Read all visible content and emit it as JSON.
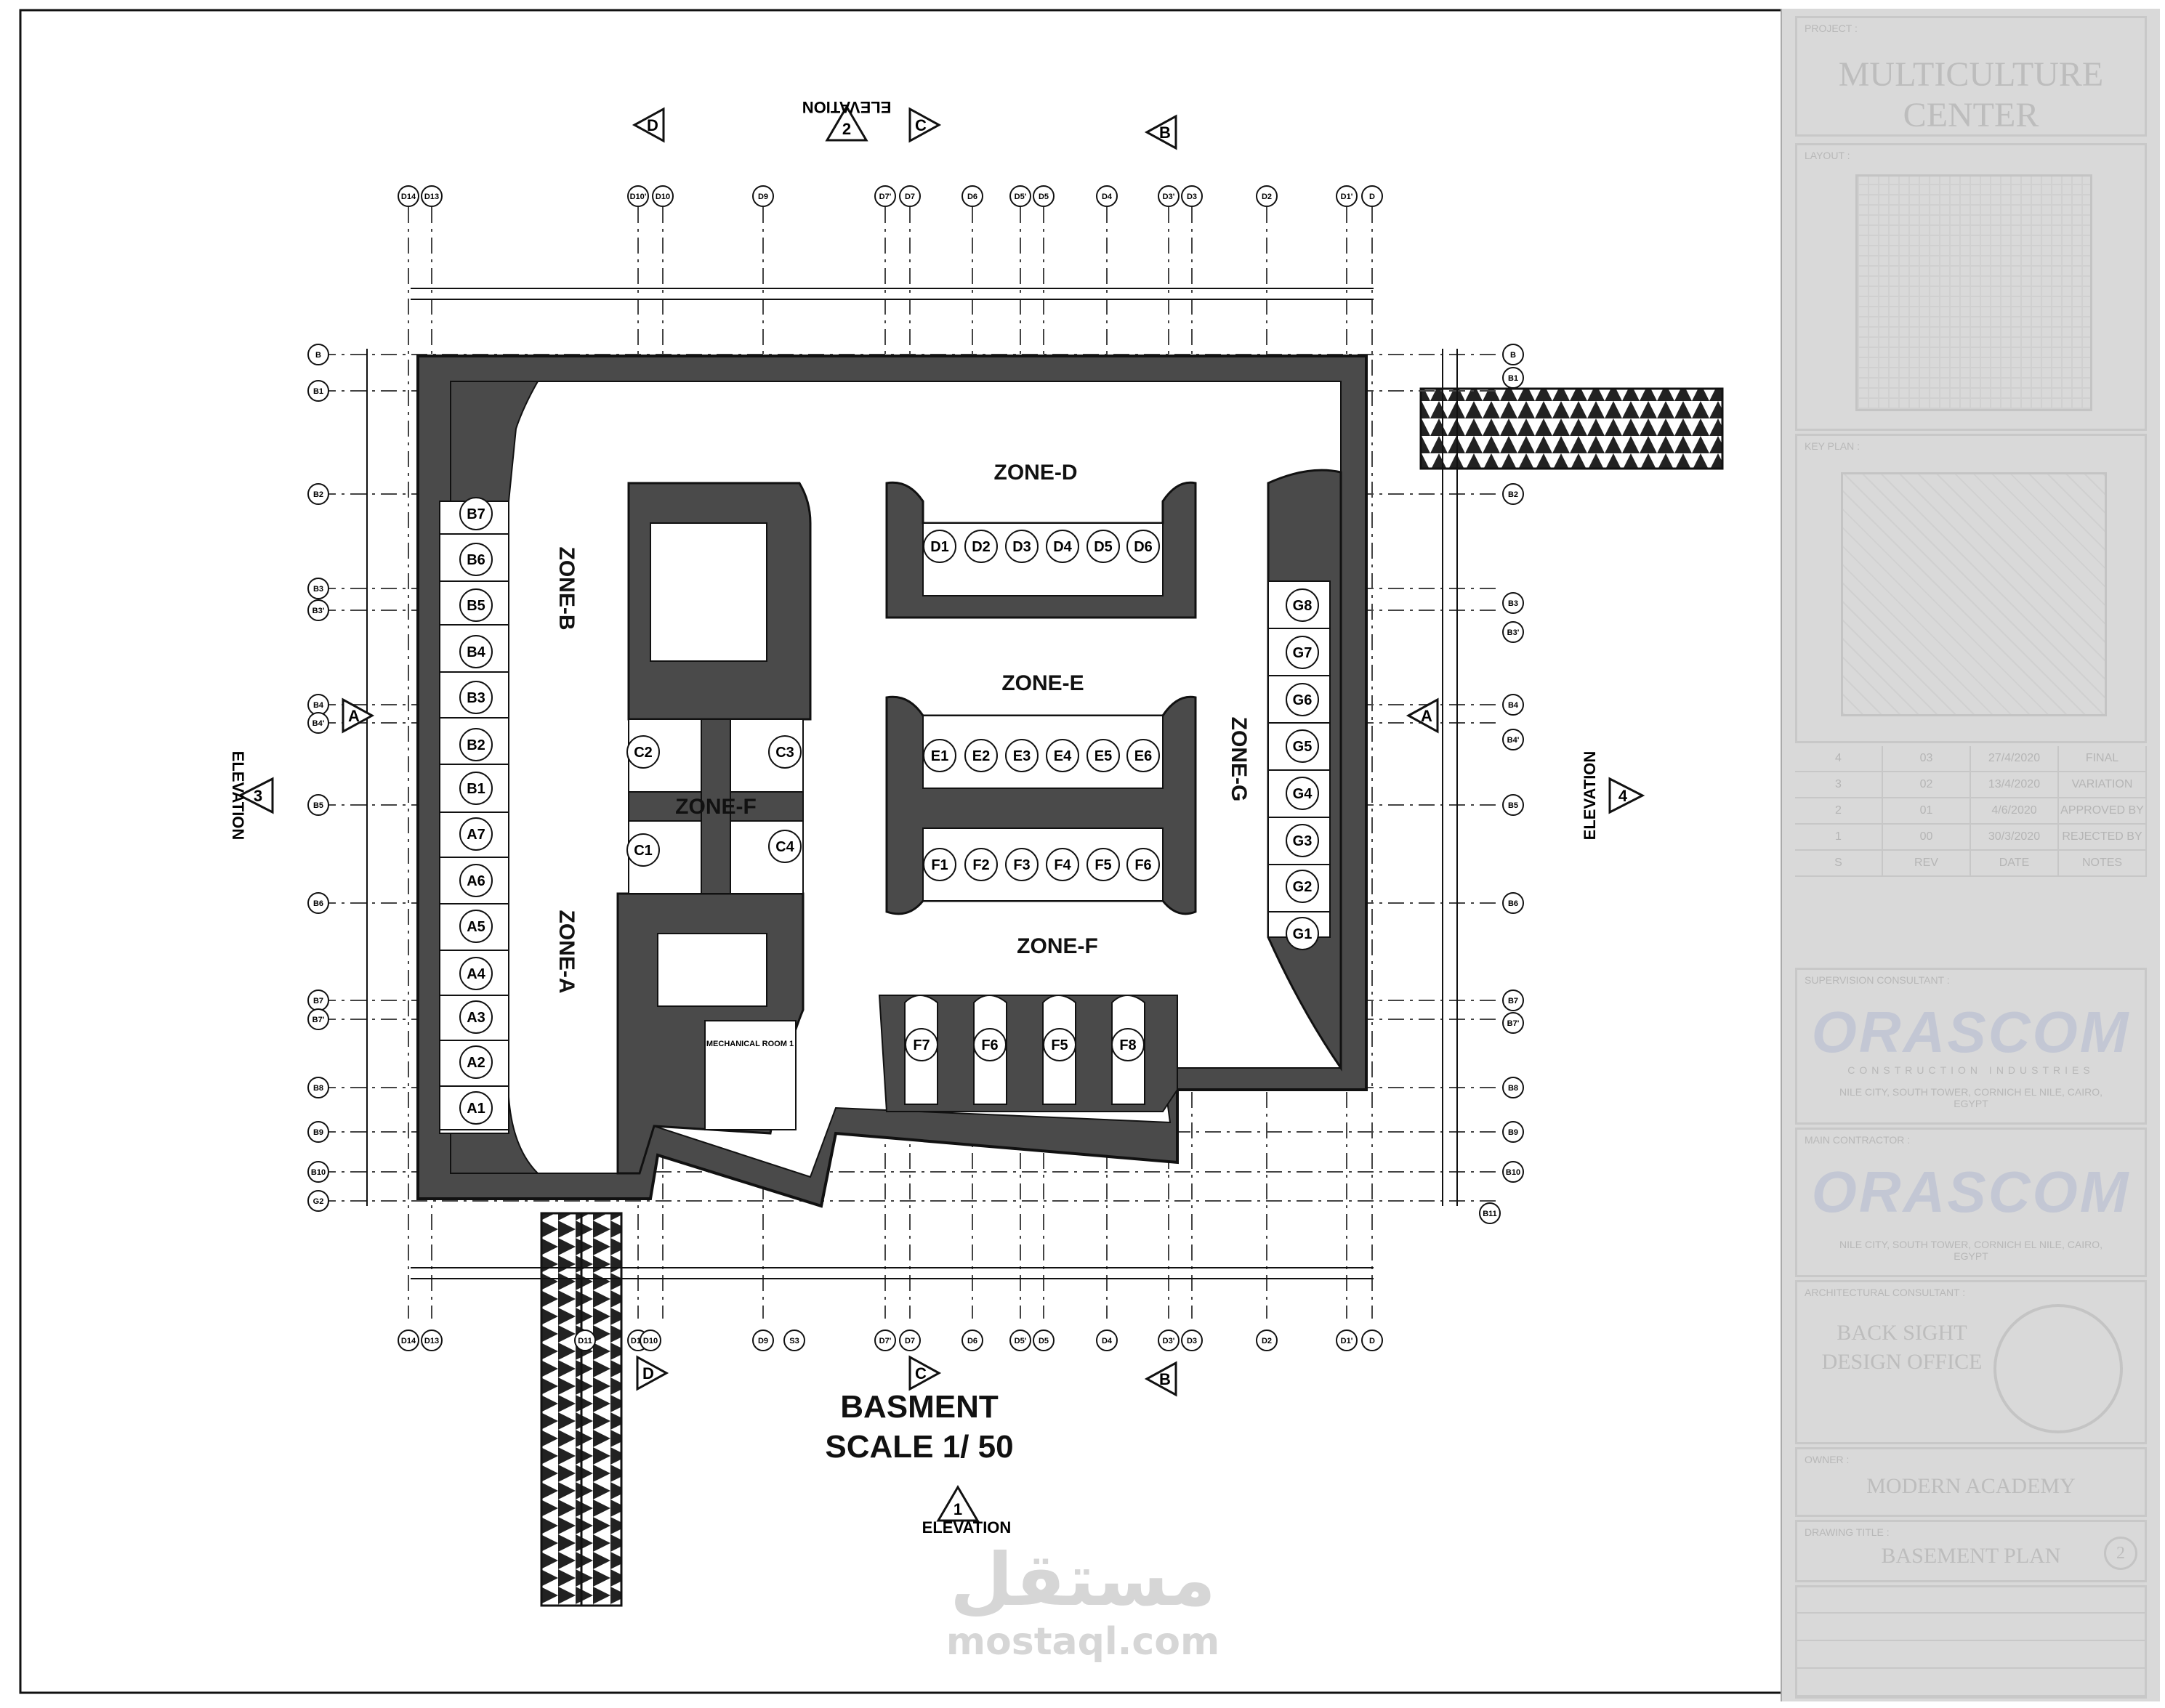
{
  "drawing": {
    "title": "BASMENT",
    "scale": "SCALE 1/ 50",
    "elevation_label": "ELEVATION",
    "elevations": [
      "1",
      "2",
      "3",
      "4"
    ],
    "section_marks": [
      "A",
      "B",
      "C",
      "D"
    ],
    "zones": [
      "ZONE-A",
      "ZONE-B",
      "ZONE-D",
      "ZONE-E",
      "ZONE-F",
      "ZONE-F",
      "ZONE-G"
    ],
    "grid_top": [
      "D14",
      "D13",
      "D10'",
      "D10",
      "D9",
      "D7'",
      "D7",
      "D6",
      "D5'",
      "D5",
      "D4",
      "D3'",
      "D3",
      "D2",
      "D1'",
      "D"
    ],
    "grid_bottom": [
      "D14",
      "D13",
      "D11",
      "D10",
      "D10",
      "D9",
      "S3",
      "D7'",
      "D7",
      "D6",
      "D5'",
      "D5",
      "D4",
      "D3'",
      "D3",
      "D2",
      "D1'",
      "D"
    ],
    "grid_left": [
      "B",
      "B1",
      "B2",
      "B3",
      "B3'",
      "B4",
      "B4'",
      "B5",
      "B6",
      "B7",
      "B7'",
      "B8",
      "B9",
      "B10",
      "G2"
    ],
    "grid_right": [
      "B",
      "B1",
      "B2",
      "B3",
      "B3'",
      "B4",
      "B4'",
      "B5",
      "B6",
      "B7",
      "B7'",
      "B8",
      "B9",
      "B10",
      "B11"
    ],
    "parking_a": [
      "A1",
      "A2",
      "A3",
      "A4",
      "A5",
      "A6",
      "A7"
    ],
    "parking_b": [
      "B1",
      "B2",
      "B3",
      "B4",
      "B5",
      "B6",
      "B7"
    ],
    "parking_c": [
      "C1",
      "C2",
      "C3",
      "C4"
    ],
    "parking_d": [
      "D1",
      "D2",
      "D3",
      "D4",
      "D5",
      "D6"
    ],
    "parking_e": [
      "E1",
      "E2",
      "E3",
      "E4",
      "E5",
      "E6"
    ],
    "parking_f_top": [
      "F1",
      "F2",
      "F3",
      "F4",
      "F5",
      "F6"
    ],
    "parking_f_bottom": [
      "F7",
      "F6",
      "F5",
      "F8"
    ],
    "parking_g": [
      "G1",
      "G2",
      "G3",
      "G4",
      "G5",
      "G6",
      "G7",
      "G8"
    ],
    "rooms": [
      "MECHANICAL ROOM 1"
    ]
  },
  "title_block": {
    "project_label": "PROJECT :",
    "project": "MULTICULTURE CENTER",
    "layout_label": "LAYOUT :",
    "key_plan_label": "KEY PLAN :",
    "revisions": [
      [
        "4",
        "03",
        "27/4/2020",
        "FINAL"
      ],
      [
        "3",
        "02",
        "13/4/2020",
        "VARIATION"
      ],
      [
        "2",
        "01",
        "4/6/2020",
        "APPROVED BY"
      ],
      [
        "1",
        "00",
        "30/3/2020",
        "REJECTED BY"
      ],
      [
        "S",
        "REV",
        "DATE",
        "NOTES"
      ]
    ],
    "supervision_label": "SUPERVISION CONSULTANT :",
    "consultant": "ORASCOM",
    "consultant_sub": "CONSTRUCTION INDUSTRIES",
    "consultant_address": "NILE CITY, SOUTH TOWER, CORNICH EL NILE, CAIRO, EGYPT",
    "contractor_label": "MAIN CONTRACTOR :",
    "contractor": "ORASCOM",
    "contractor_address": "NILE CITY, SOUTH TOWER, CORNICH EL NILE, CAIRO, EGYPT",
    "architect_label": "ARCHITECTURAL CONSULTANT :",
    "architect": "BACK SIGHT DESIGN OFFICE",
    "owner_label": "OWNER :",
    "owner": "MODERN ACADEMY",
    "drawing_title_label": "DRAWING TITLE :",
    "drawing_title": "BASEMENT PLAN",
    "sheet_no": "2"
  },
  "watermark": {
    "arabic": "مستقل",
    "latin": "mostaql.com"
  }
}
